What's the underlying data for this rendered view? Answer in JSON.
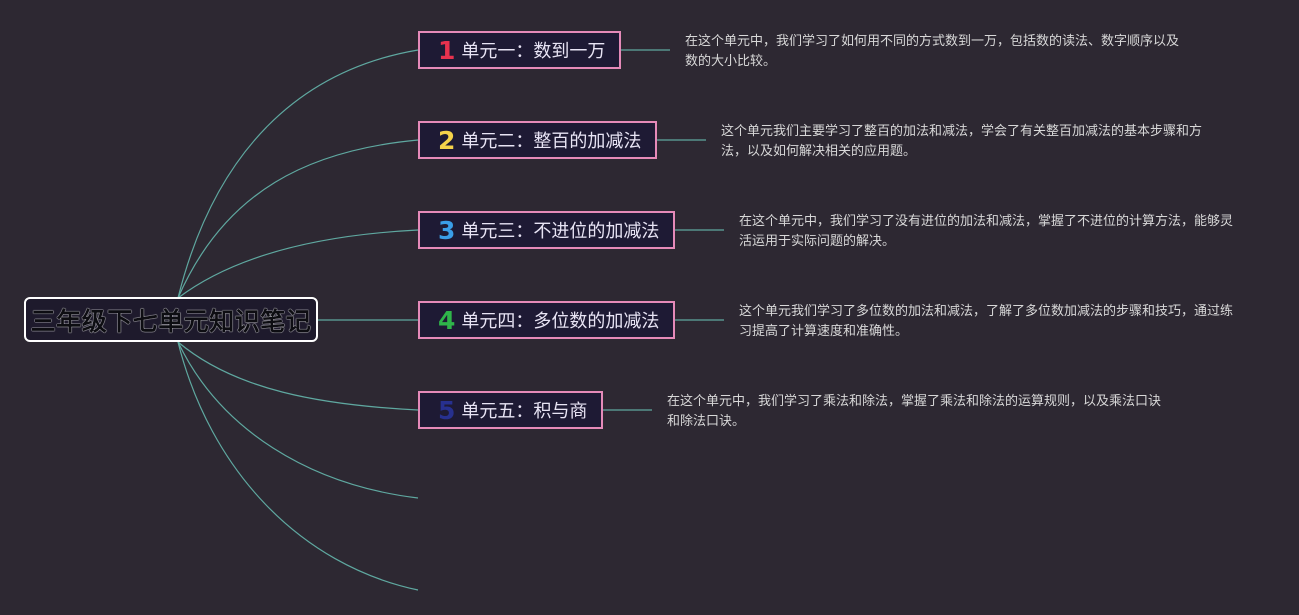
{
  "root_title": "三年级下七单元知识笔记",
  "units": [
    {
      "num": "1",
      "label": "单元一：数到一万",
      "color": "#e8324e",
      "note": "在这个单元中，我们学习了如何用不同的方式数到一万，包括数的读法、数字顺序以及数的大小比较。"
    },
    {
      "num": "2",
      "label": "单元二：整百的加减法",
      "color": "#f5d24a",
      "note": "这个单元我们主要学习了整百的加法和减法，学会了有关整百加减法的基本步骤和方法，以及如何解决相关的应用题。"
    },
    {
      "num": "3",
      "label": "单元三：不进位的加减法",
      "color": "#3a9ee8",
      "note": "在这个单元中，我们学习了没有进位的加法和减法，掌握了不进位的计算方法，能够灵活运用于实际问题的解决。"
    },
    {
      "num": "4",
      "label": "单元四：多位数的加减法",
      "color": "#2fb54a",
      "note": "这个单元我们学习了多位数的加法和减法，了解了多位数加减法的步骤和技巧，通过练习提高了计算速度和准确性。"
    },
    {
      "num": "5",
      "label": "单元五：积与商",
      "color": "#27308f",
      "note": "在这个单元中，我们学习了乘法和除法，掌握了乘法和除法的运算规则，以及乘法口诀和除法口诀。"
    }
  ],
  "colors": {
    "background": "#2d2832",
    "edge": "#5fa8a0",
    "node_border": "#e58ab9",
    "node_fill": "#1e1a34"
  }
}
